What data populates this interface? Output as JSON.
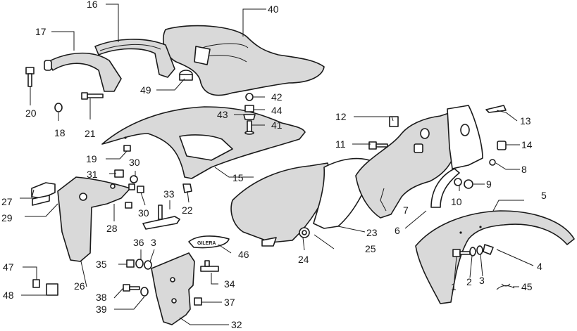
{
  "labels": {
    "p1": "1",
    "p2": "2",
    "p3a": "3",
    "p3b": "3",
    "p4": "4",
    "p5": "5",
    "p6": "6",
    "p7": "7",
    "p8": "8",
    "p9": "9",
    "p10": "10",
    "p11": "11",
    "p12": "12",
    "p13": "13",
    "p14": "14",
    "p15": "15",
    "p16": "16",
    "p17": "17",
    "p18": "18",
    "p19": "19",
    "p20": "20",
    "p21": "21",
    "p22": "22",
    "p23": "23",
    "p24": "24",
    "p25": "25",
    "p26": "26",
    "p27": "27",
    "p28": "28",
    "p29": "29",
    "p30a": "30",
    "p30b": "30",
    "p31": "31",
    "p32": "32",
    "p33": "33",
    "p34": "34",
    "p35": "35",
    "p36": "36",
    "p37": "37",
    "p38": "38",
    "p39": "39",
    "p40": "40",
    "p41": "41",
    "p42": "42",
    "p43": "43",
    "p44": "44",
    "p45": "45",
    "p46": "46",
    "p47": "47",
    "p48": "48",
    "p49": "49"
  },
  "emblem_text": "GILERA"
}
